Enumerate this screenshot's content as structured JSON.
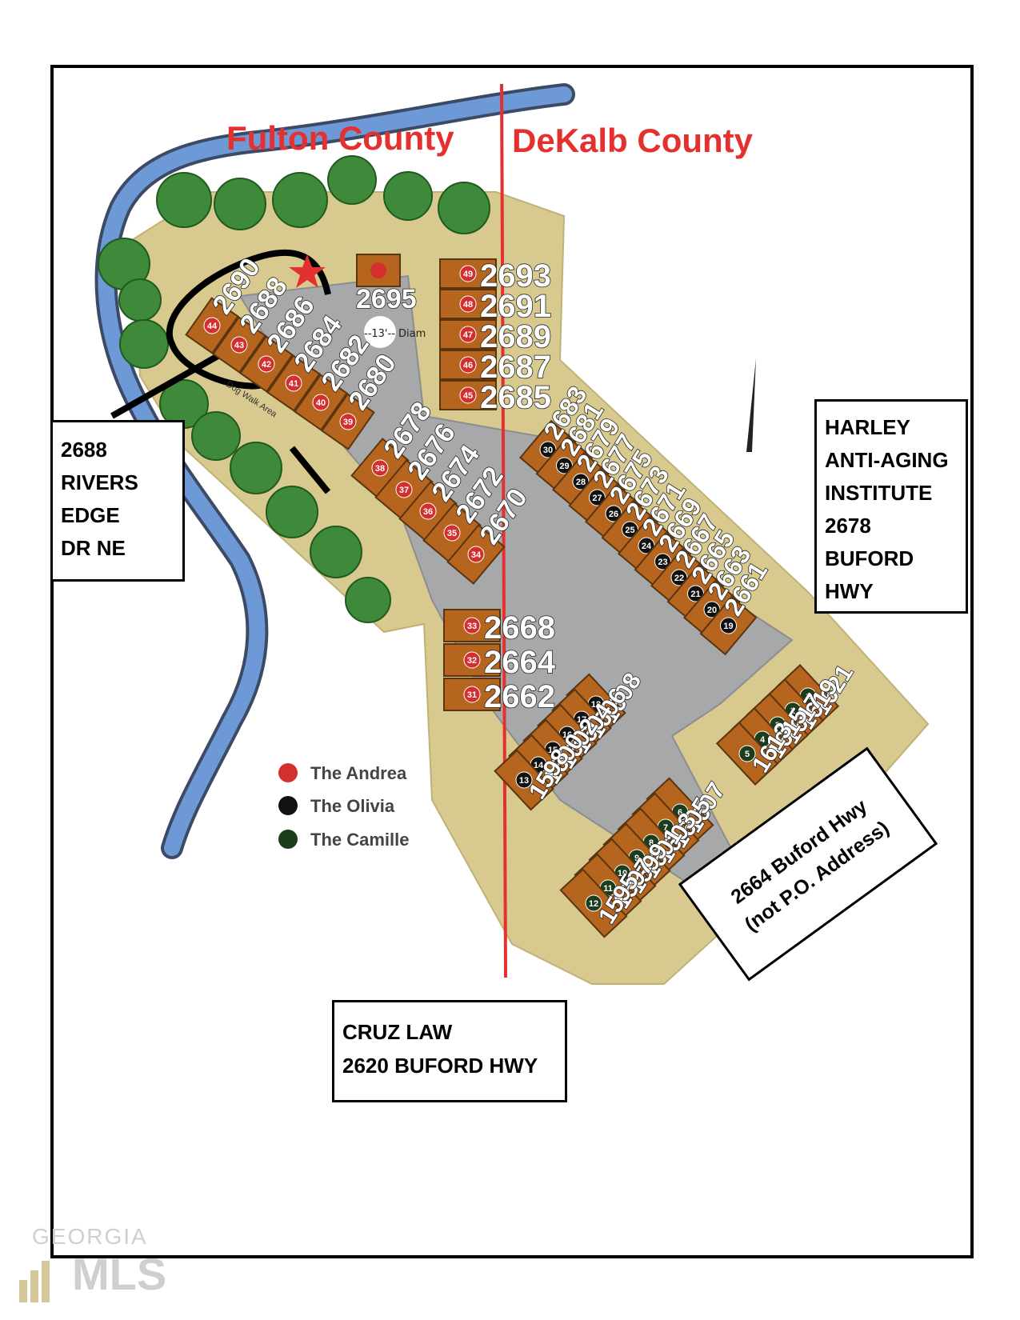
{
  "counties": {
    "west": "Fulton County",
    "east": "DeKalb County"
  },
  "labels": {
    "target": [
      "2688",
      "RIVERS",
      "EDGE",
      "DR NE"
    ],
    "harley": [
      "HARLEY",
      "ANTI-AGING",
      "INSTITUTE",
      "2678",
      "BUFORD",
      "HWY"
    ],
    "cruz": [
      "CRUZ LAW",
      "2620 BUFORD HWY"
    ],
    "buford": [
      "2664 Buford Hwy",
      "(not P.O. Address)"
    ]
  },
  "map_text": {
    "diam": "--13'-- Diam",
    "dog_walk": "Dog Walk Area",
    "buford_highway": "Buford Highway"
  },
  "legend": [
    {
      "label": "The Andrea",
      "color": "#d32f2f"
    },
    {
      "label": "The Olivia",
      "color": "#111111"
    },
    {
      "label": "The Camille",
      "color": "#1b3d1b"
    }
  ],
  "addresses": {
    "top_right_column": [
      "2693",
      "2691",
      "2689",
      "2687",
      "2685"
    ],
    "club": "2695",
    "north_row": [
      "2690",
      "2688",
      "2686",
      "2684",
      "2682",
      "2680"
    ],
    "middle_row": [
      "2678",
      "2676",
      "2674",
      "2672",
      "2670"
    ],
    "lower_column": [
      "2668",
      "2664",
      "2662"
    ],
    "east_long_row": [
      "2683",
      "2681",
      "2679",
      "2677",
      "2675",
      "2673",
      "2671",
      "2669",
      "2667",
      "2665",
      "2663",
      "2661"
    ],
    "southeast_row": [
      "1621",
      "1619",
      "1617",
      "1615",
      "1613"
    ],
    "south_row": [
      "1608",
      "1606",
      "1604",
      "1602",
      "1600",
      "1598"
    ],
    "south_bottom_row": [
      "1607",
      "1605",
      "1603",
      "1601",
      "1599",
      "1597",
      "1595"
    ]
  },
  "unit_numbers": {
    "north_row": [
      "44",
      "43",
      "42",
      "41",
      "40",
      "39"
    ],
    "middle_row": [
      "38",
      "37",
      "36",
      "35",
      "34"
    ],
    "top_right_column": [
      "49",
      "48",
      "47",
      "46",
      "45"
    ],
    "lower_column": [
      "33",
      "32",
      "31"
    ],
    "east_long_row": [
      "30",
      "29",
      "28",
      "27",
      "26",
      "25",
      "24",
      "23",
      "22",
      "21",
      "20",
      "19"
    ],
    "southeast_row": [
      "1",
      "2",
      "3",
      "4",
      "5"
    ],
    "south_row": [
      "18",
      "17",
      "16",
      "15",
      "14",
      "13"
    ],
    "south_bottom_row": [
      "6",
      "7",
      "8",
      "9",
      "10",
      "11",
      "12"
    ]
  },
  "logo": {
    "top": "GEORGIA",
    "main": "MLS"
  }
}
